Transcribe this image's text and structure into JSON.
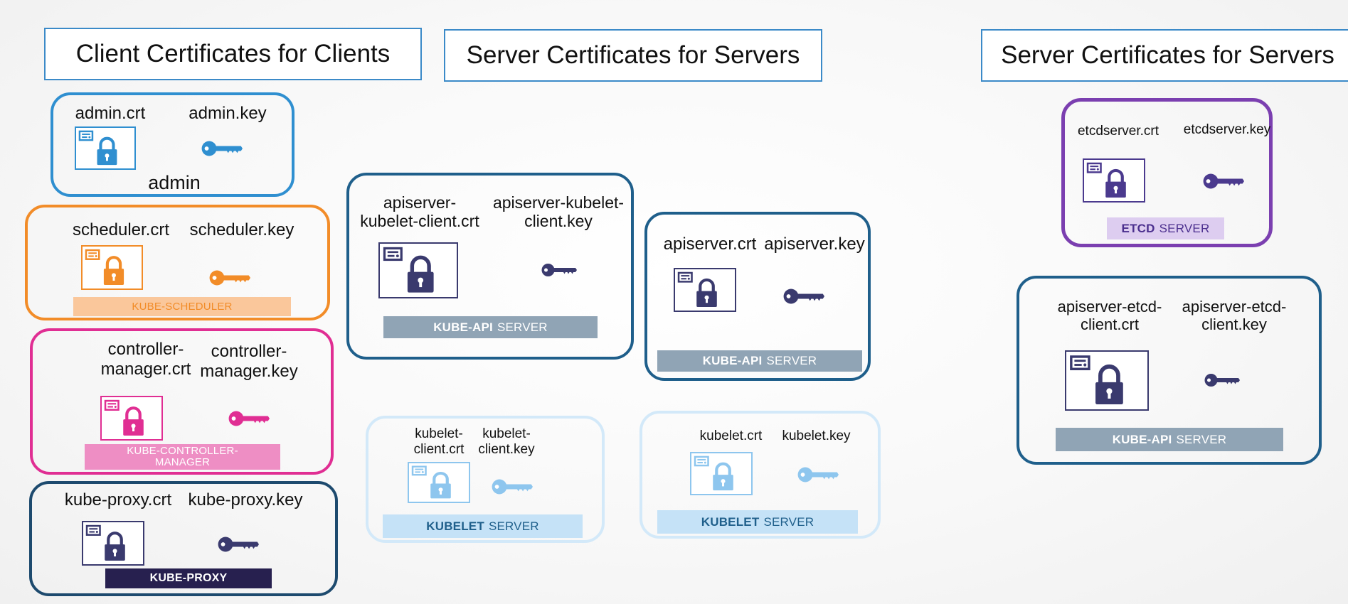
{
  "headers": {
    "client": "Client Certificates for Clients",
    "server_mid": "Server Certificates for Servers",
    "server_right": "Server Certificates for Servers"
  },
  "admin": {
    "crt": "admin.crt",
    "key": "admin.key",
    "name": "admin"
  },
  "scheduler": {
    "crt": "scheduler.crt",
    "key": "scheduler.key",
    "bar": "KUBE-SCHEDULER"
  },
  "controller": {
    "crt_line1": "controller-",
    "crt_line2": "manager.crt",
    "key_line1": "controller-",
    "key_line2": "manager.key",
    "bar_line1": "KUBE-CONTROLLER-",
    "bar_line2": "MANAGER"
  },
  "proxy": {
    "crt": "kube-proxy.crt",
    "key": "kube-proxy.key",
    "bar": "KUBE-PROXY"
  },
  "apiserver_kubelet_client": {
    "crt_line1": "apiserver-",
    "crt_line2": "kubelet-client.crt",
    "key_line1": "apiserver-kubelet-",
    "key_line2": "client.key",
    "bar_bold": "KUBE-API",
    "bar_rest": "SERVER"
  },
  "apiserver": {
    "crt": "apiserver.crt",
    "key": "apiserver.key",
    "bar_bold": "KUBE-API",
    "bar_rest": "SERVER"
  },
  "kubelet_client": {
    "crt_line1": "kubelet-",
    "crt_line2": "client.crt",
    "key_line1": "kubelet-",
    "key_line2": "client.key",
    "bar_bold": "KUBELET",
    "bar_rest": "SERVER"
  },
  "kubelet": {
    "crt": "kubelet.crt",
    "key": "kubelet.key",
    "bar_bold": "KUBELET",
    "bar_rest": "SERVER"
  },
  "etcd": {
    "crt": "etcdserver.crt",
    "key": "etcdserver.key",
    "bar_bold": "ETCD",
    "bar_rest": "SERVER"
  },
  "apiserver_etcd_client": {
    "crt_line1": "apiserver-etcd-",
    "crt_line2": "client.crt",
    "key_line1": "apiserver-etcd-",
    "key_line2": "client.key",
    "bar_bold": "KUBE-API",
    "bar_rest": "SERVER"
  },
  "colors": {
    "blue": "#2f8fd0",
    "orange": "#f28c28",
    "magenta": "#e02e93",
    "navy": "#1d4a6e",
    "steel": "#1f5f8b",
    "light_blue": "#c5e2f7",
    "purple": "#7b3fb0",
    "dark_purple": "#3a3a6e",
    "bar_steel": "#90a4b5"
  },
  "icons": {
    "certificate": "certificate-lock-icon",
    "key": "key-icon"
  }
}
